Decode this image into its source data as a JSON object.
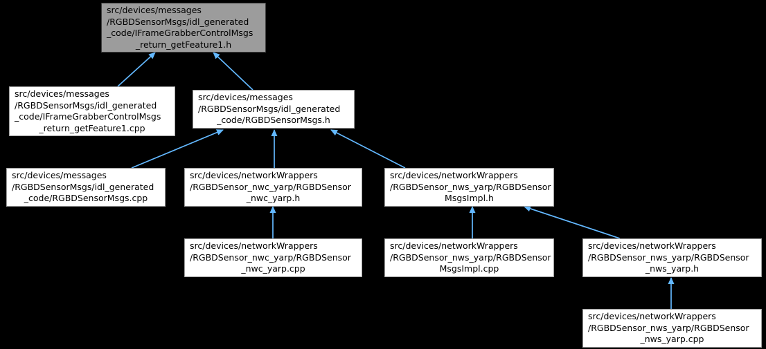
{
  "diagram": {
    "kind": "include-dependency-graph",
    "colors": {
      "background": "#000000",
      "edge": "#63B8FF",
      "node_fill": "#ffffff",
      "node_border": "#9e9e9e",
      "current_node_fill": "#9c9c9c",
      "current_node_border": "#404040",
      "text": "#000000"
    },
    "nodes": [
      {
        "id": "feature1_h",
        "type": "current",
        "lines": [
          "src/devices/messages",
          "/RGBDSensorMsgs/idl_generated",
          "_code/IFrameGrabberControlMsgs",
          "_return_getFeature1.h"
        ]
      },
      {
        "id": "feature1_cpp",
        "type": "normal",
        "lines": [
          "src/devices/messages",
          "/RGBDSensorMsgs/idl_generated",
          "_code/IFrameGrabberControlMsgs",
          "_return_getFeature1.cpp"
        ]
      },
      {
        "id": "rgbdsensormsgs_h",
        "type": "normal",
        "lines": [
          "src/devices/messages",
          "/RGBDSensorMsgs/idl_generated",
          "_code/RGBDSensorMsgs.h"
        ]
      },
      {
        "id": "rgbdsensormsgs_cpp",
        "type": "normal",
        "lines": [
          "src/devices/messages",
          "/RGBDSensorMsgs/idl_generated",
          "_code/RGBDSensorMsgs.cpp"
        ]
      },
      {
        "id": "nwc_yarp_h",
        "type": "normal",
        "lines": [
          "src/devices/networkWrappers",
          "/RGBDSensor_nwc_yarp/RGBDSensor",
          "_nwc_yarp.h"
        ]
      },
      {
        "id": "msgsimpl_h",
        "type": "normal",
        "lines": [
          "src/devices/networkWrappers",
          "/RGBDSensor_nws_yarp/RGBDSensor",
          "MsgsImpl.h"
        ]
      },
      {
        "id": "nwc_yarp_cpp",
        "type": "normal",
        "lines": [
          "src/devices/networkWrappers",
          "/RGBDSensor_nwc_yarp/RGBDSensor",
          "_nwc_yarp.cpp"
        ]
      },
      {
        "id": "msgsimpl_cpp",
        "type": "normal",
        "lines": [
          "src/devices/networkWrappers",
          "/RGBDSensor_nws_yarp/RGBDSensor",
          "MsgsImpl.cpp"
        ]
      },
      {
        "id": "nws_yarp_h",
        "type": "normal",
        "lines": [
          "src/devices/networkWrappers",
          "/RGBDSensor_nws_yarp/RGBDSensor",
          "_nws_yarp.h"
        ]
      },
      {
        "id": "nws_yarp_cpp",
        "type": "normal",
        "lines": [
          "src/devices/networkWrappers",
          "/RGBDSensor_nws_yarp/RGBDSensor",
          "_nws_yarp.cpp"
        ]
      }
    ],
    "edges": [
      {
        "from": "feature1_cpp",
        "to": "feature1_h"
      },
      {
        "from": "rgbdsensormsgs_h",
        "to": "feature1_h"
      },
      {
        "from": "rgbdsensormsgs_cpp",
        "to": "rgbdsensormsgs_h"
      },
      {
        "from": "nwc_yarp_h",
        "to": "rgbdsensormsgs_h"
      },
      {
        "from": "msgsimpl_h",
        "to": "rgbdsensormsgs_h"
      },
      {
        "from": "nwc_yarp_cpp",
        "to": "nwc_yarp_h"
      },
      {
        "from": "msgsimpl_cpp",
        "to": "msgsimpl_h"
      },
      {
        "from": "nws_yarp_h",
        "to": "msgsimpl_h"
      },
      {
        "from": "nws_yarp_cpp",
        "to": "nws_yarp_h"
      }
    ]
  }
}
